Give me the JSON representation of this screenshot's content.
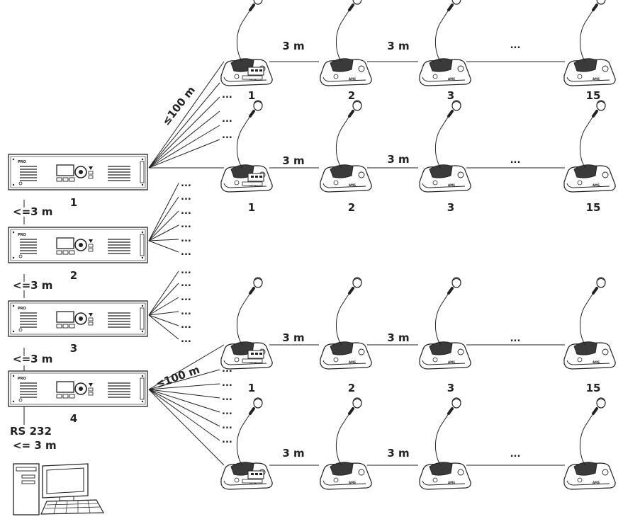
{
  "controllers": [
    {
      "label": "1",
      "link_label": "<=3 m"
    },
    {
      "label": "2",
      "link_label": "<=3 m"
    },
    {
      "label": "3",
      "link_label": "<=3 m"
    },
    {
      "label": "4",
      "link_label": ""
    }
  ],
  "pc_link": {
    "line1": "RS 232",
    "line2": "<= 3 m"
  },
  "trunk_distance_label": "≤100 m",
  "chains": [
    {
      "units": [
        "1",
        "2",
        "3",
        "15"
      ],
      "spacing_labels": [
        "3 m",
        "3 m"
      ],
      "ellipsis": "..."
    },
    {
      "units": [
        "1",
        "2",
        "3",
        "15"
      ],
      "spacing_labels": [
        "3 m",
        "3 m"
      ],
      "ellipsis": "..."
    },
    {
      "units": [
        "1",
        "2",
        "3",
        "15"
      ],
      "spacing_labels": [
        "3 m",
        "3 m"
      ],
      "ellipsis": "..."
    },
    {
      "units": [
        "",
        "",
        "",
        ""
      ],
      "spacing_labels": [
        "3 m",
        "3 m"
      ],
      "ellipsis": "..."
    }
  ],
  "branch_ellipsis": "..."
}
